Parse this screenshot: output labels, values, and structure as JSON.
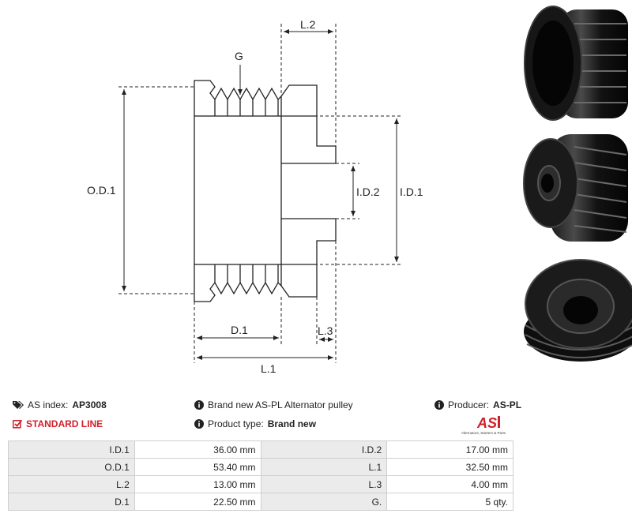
{
  "diagram": {
    "labels": {
      "g": "G",
      "l2": "L.2",
      "od1": "O.D.1",
      "id2": "I.D.2",
      "id1": "I.D.1",
      "d1": "D.1",
      "l3": "L.3",
      "l1": "L.1"
    }
  },
  "info": {
    "as_index_label": "AS index:",
    "as_index_value": "AP3008",
    "standard_line": "STANDARD LINE",
    "description": "Brand new AS-PL Alternator pulley",
    "product_type_label": "Product type:",
    "product_type_value": "Brand new",
    "producer_label": "Producer:",
    "producer_value": "AS-PL"
  },
  "logo": {
    "text": "AS",
    "subtitle": "Alternators, Starters & Parts",
    "color": "#d0202b"
  },
  "specs": [
    {
      "label1": "I.D.1",
      "value1": "36.00 mm",
      "label2": "I.D.2",
      "value2": "17.00 mm"
    },
    {
      "label1": "O.D.1",
      "value1": "53.40 mm",
      "label2": "L.1",
      "value2": "32.50 mm"
    },
    {
      "label1": "L.2",
      "value1": "13.00 mm",
      "label2": "L.3",
      "value2": "4.00 mm"
    },
    {
      "label1": "D.1",
      "value1": "22.50 mm",
      "label2": "G.",
      "value2": "5 qty."
    }
  ]
}
